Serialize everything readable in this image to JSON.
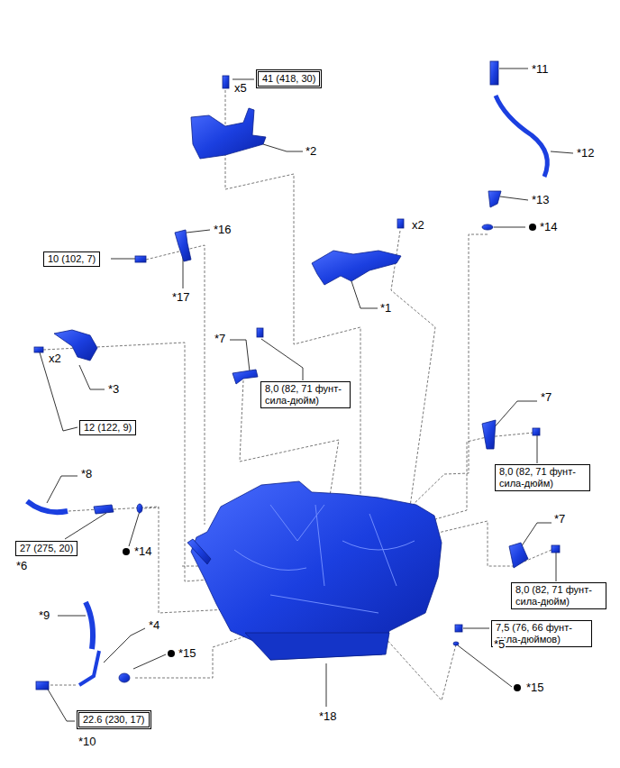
{
  "diagram": {
    "nodes": [
      {
        "text": [
          "41 (418, 30)"
        ]
      },
      {
        "text": [
          "10 (102, 7)"
        ]
      },
      {
        "text": [
          "8,0 (82, 71 фунт-сила-дюйм)"
        ]
      },
      {
        "text": [
          "12 (122, 9)"
        ]
      },
      {
        "text": [
          "8,0 (82, 71 фунт-сила-дюйм)"
        ]
      },
      {
        "text": [
          "27 (275, 20)"
        ]
      },
      {
        "text": [
          "8,0 (82, 71 фунт-сила-дюйм)"
        ]
      },
      {
        "text": [
          "7,5 (76, 66 фунт-сила-дюймов)"
        ]
      },
      {
        "text": [
          "22.6 (230, 17)"
        ]
      }
    ],
    "labels": [
      "x5",
      "*2",
      "*11",
      "*12",
      "*13",
      "*14",
      "x2",
      "*16",
      "*17",
      "*1",
      "*7",
      "x2",
      "*3",
      "*7",
      "*8",
      "*6",
      "*14",
      "*7",
      "*9",
      "*4",
      "*15",
      "*5",
      "*15",
      "*10",
      "*18"
    ]
  }
}
